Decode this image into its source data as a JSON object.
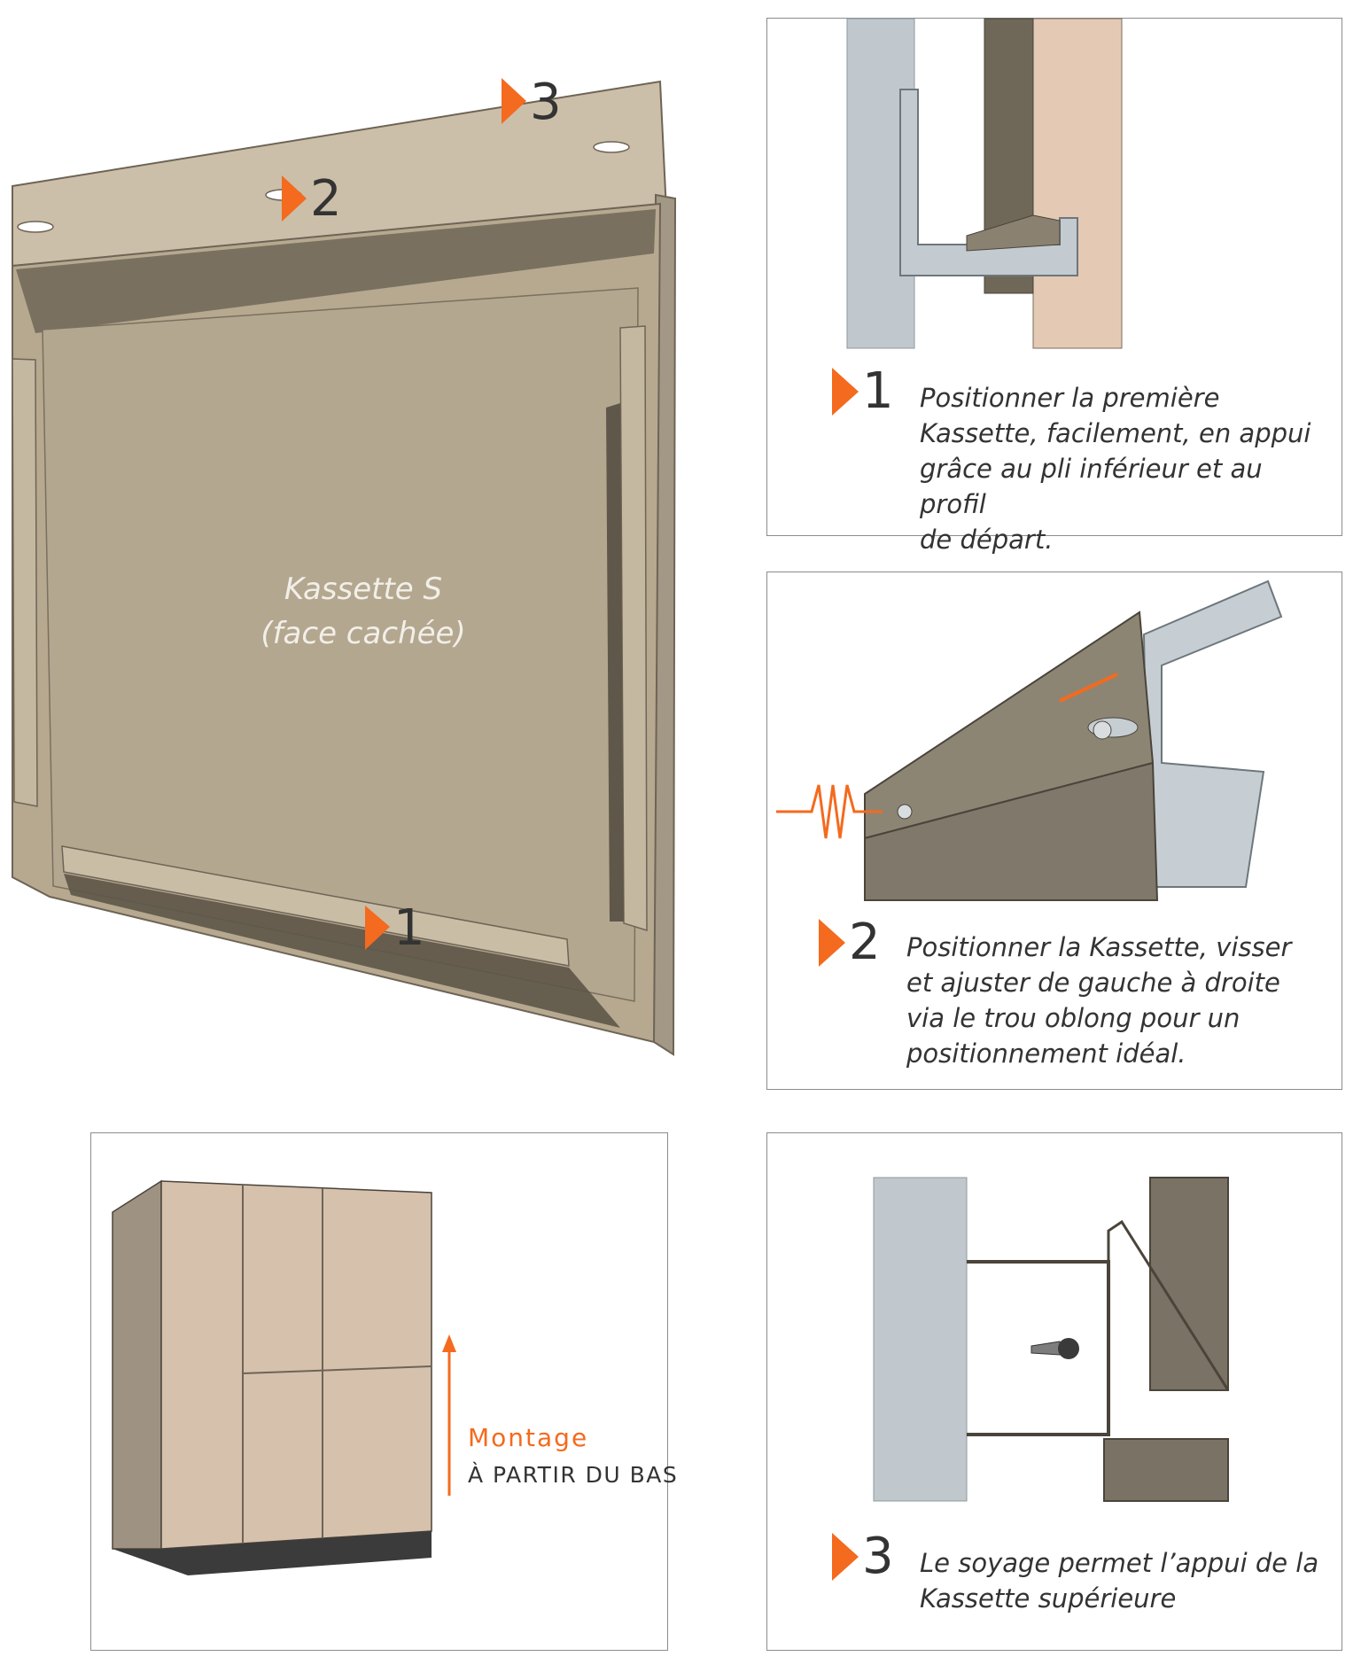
{
  "main": {
    "label_line1": "Kassette S",
    "label_line2": "(face cachée)",
    "markers": [
      "1",
      "2",
      "3"
    ]
  },
  "steps": [
    {
      "number": "1",
      "caption": "Positionner la première\nKassette, facilement, en appui\ngrâce au pli  inférieur et au profil\nde départ."
    },
    {
      "number": "2",
      "caption": "Positionner la Kassette, visser\net ajuster de gauche à droite\nvia le trou oblong pour un\npositionnement idéal."
    },
    {
      "number": "3",
      "caption": "Le soyage permet l’appui de la\nKassette supérieure"
    }
  ],
  "montage": {
    "title": "Montage",
    "subtitle": "À PARTIR DU BAS"
  },
  "colors": {
    "accent": "#f46a1e",
    "panel_beige": "#b8ab95",
    "panel_shadow": "#7c7263",
    "metal": "#c3cbd0",
    "dark_brown": "#6e6658"
  }
}
